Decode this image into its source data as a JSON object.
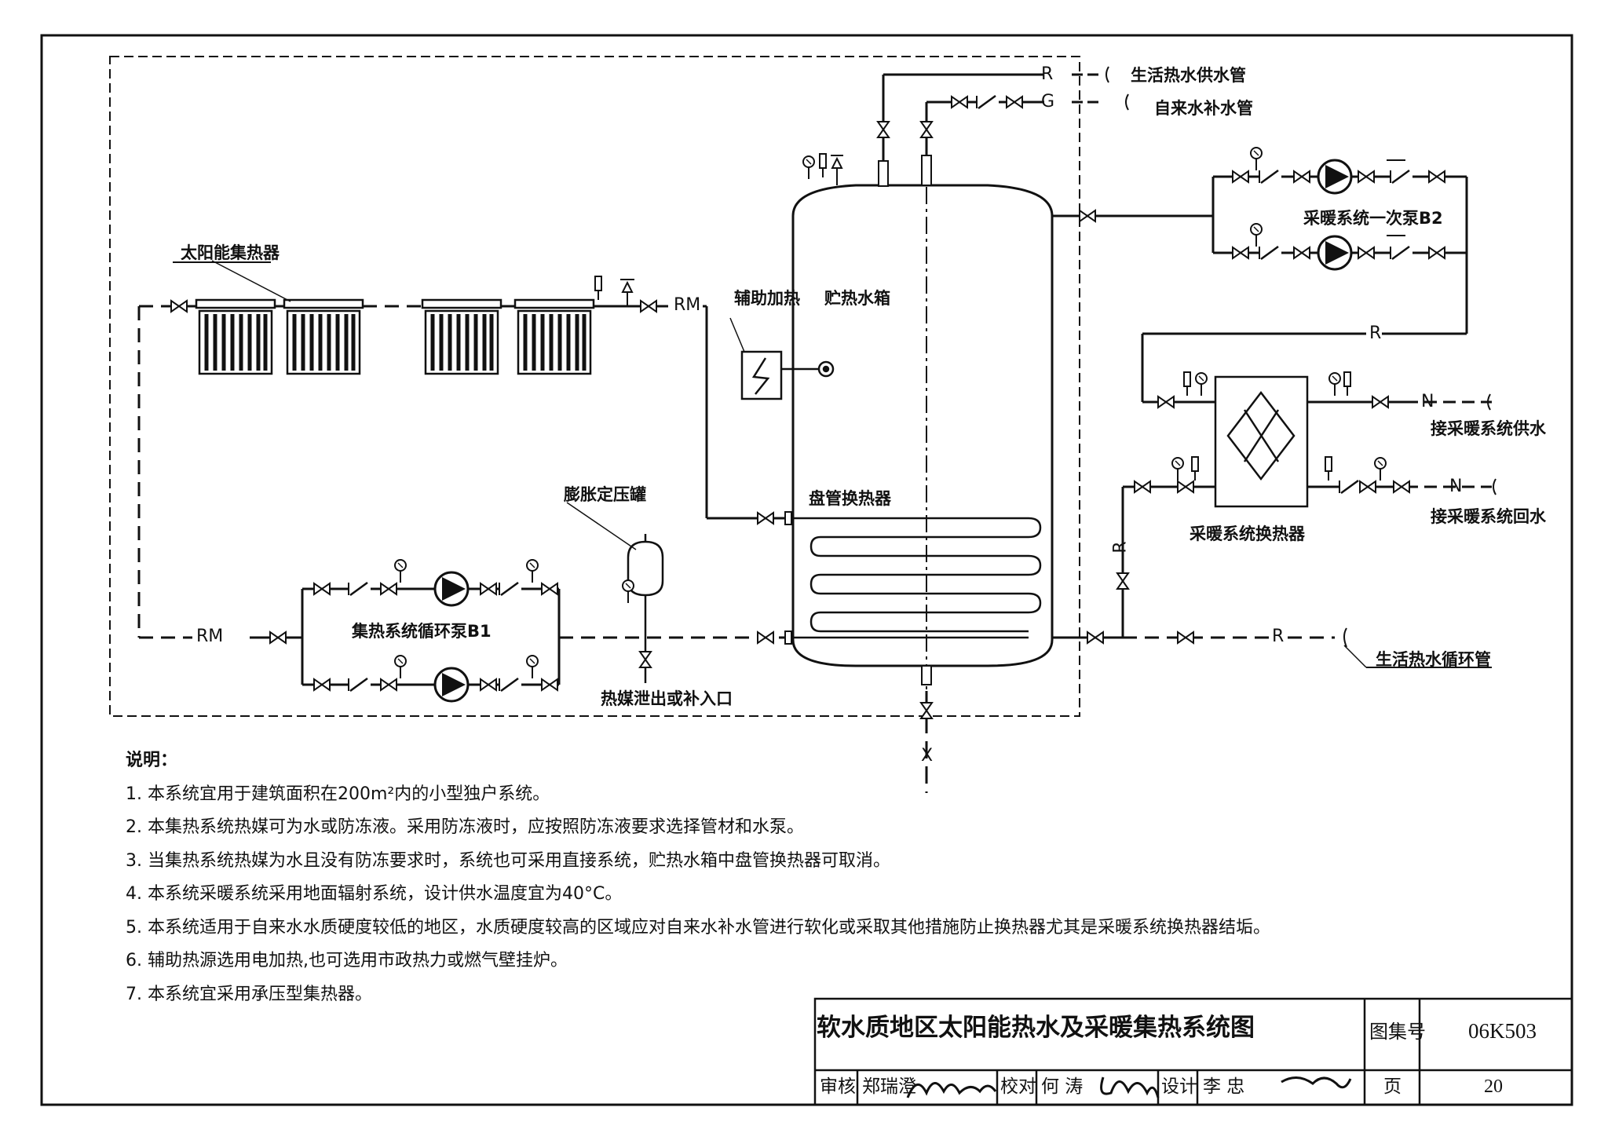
{
  "labels": {
    "collector": "太阳能集热器",
    "aux_heat": "辅助加热",
    "tank": "贮热水箱",
    "coil": "盘管换热器",
    "expansion_tank": "膨胀定压罐",
    "pump_b1": "集热系统循环泵B1",
    "drain": "热媒泄出或补入口",
    "pump_b2": "采暖系统一次泵B2",
    "heating_hx": "采暖系统换热器",
    "hot_supply": "生活热水供水管",
    "city_water": "自来水补水管",
    "heat_supply": "接采暖系统供水",
    "heat_return": "接采暖系统回水",
    "hot_circ": "生活热水循环管"
  },
  "pipe_tags": {
    "rm_top": "RM",
    "rm_bottom": "RM",
    "r_top": "R",
    "g": "G",
    "r_right": "R",
    "n_supply": "N",
    "n_return": "N",
    "r_vertical": "R",
    "r_circ": "R",
    "x": "X"
  },
  "notes": {
    "heading": "说明：",
    "items": [
      "1. 本系统宜用于建筑面积在200m²内的小型独户系统。",
      "2. 本集热系统热媒可为水或防冻液。采用防冻液时，应按照防冻液要求选择管材和水泵。",
      "3. 当集热系统热媒为水且没有防冻要求时，系统也可采用直接系统，贮热水箱中盘管换热器可取消。",
      "4. 本系统采暖系统采用地面辐射系统，设计供水温度宜为40°C。",
      "5. 本系统适用于自来水水质硬度较低的地区，水质硬度较高的区域应对自来水补水管进行软化或采取其他措施防止换热器尤其是采暖系统换热器结垢。",
      "6. 辅助热源选用电加热,也可选用市政热力或燃气壁挂炉。",
      "7. 本系统宜采用承压型集热器。"
    ]
  },
  "title_block": {
    "title": "软水质地区太阳能热水及采暖集热系统图",
    "atlas_label": "图集号",
    "atlas_no": "06K503",
    "review_label": "审核",
    "reviewer": "郑瑞澄",
    "check_label": "校对",
    "checker": "何 涛",
    "design_label": "设计",
    "designer": "李 忠",
    "page_label": "页",
    "page_no": "20"
  }
}
